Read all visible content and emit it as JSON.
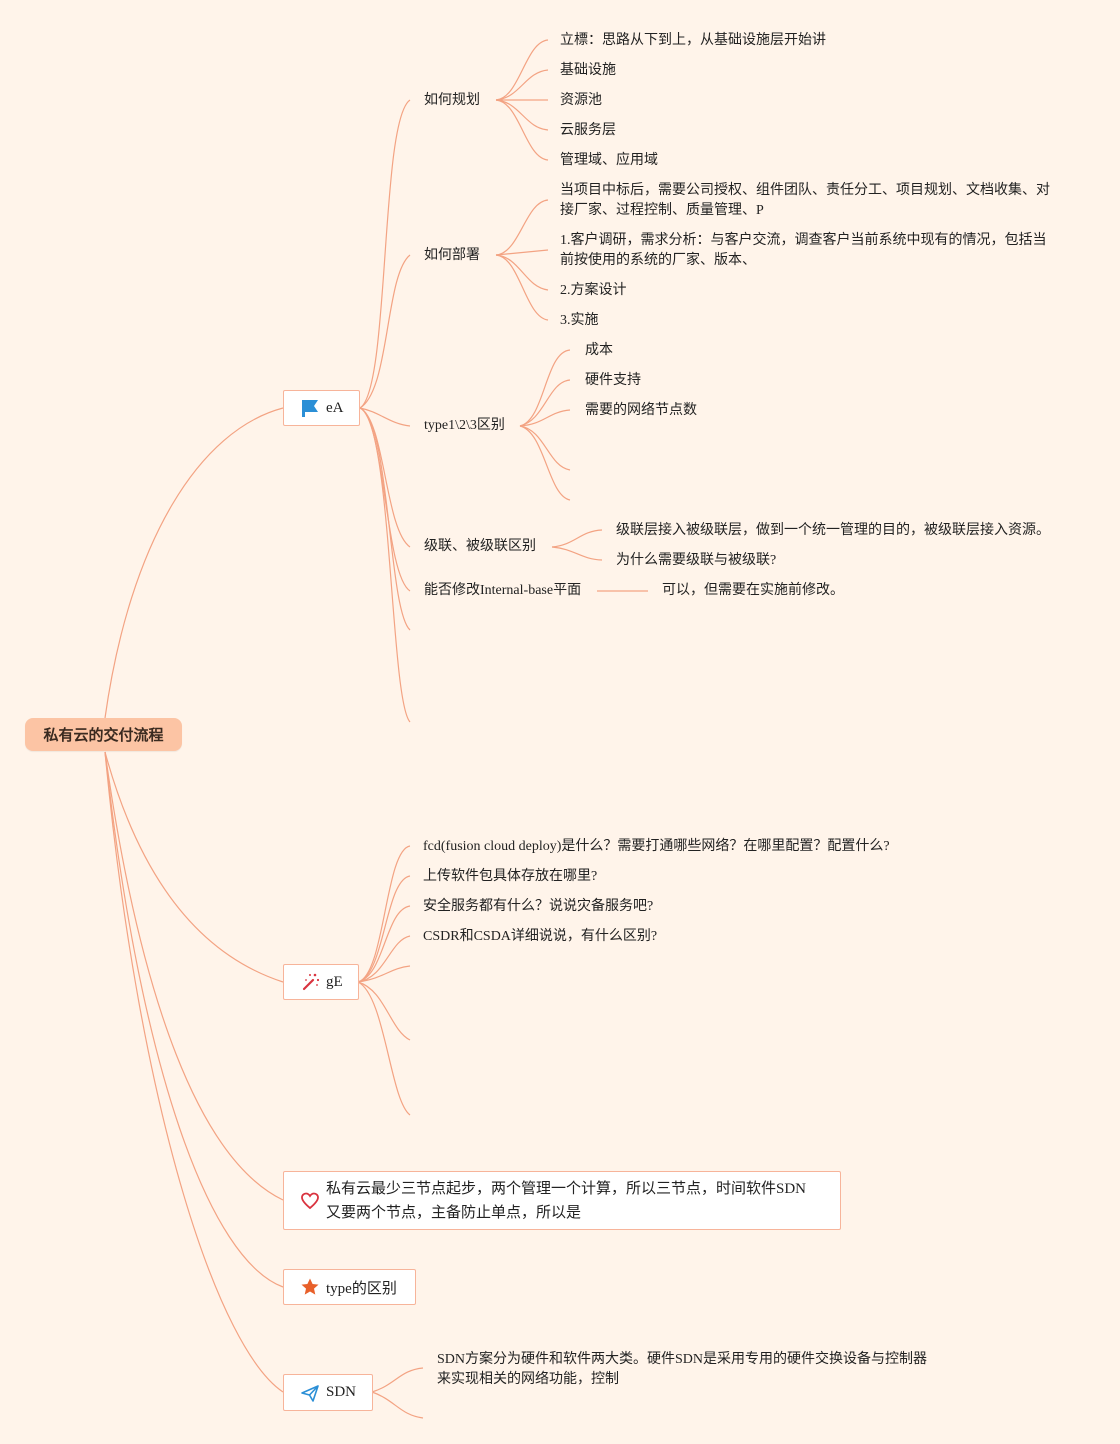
{
  "root": {
    "label": "私有云的交付流程"
  },
  "branches": {
    "ea": {
      "label": "eA",
      "icon": "flag-icon",
      "children": {
        "plan": {
          "label": "如何规划",
          "items": [
            "立標：思路从下到上，从基础设施层开始讲",
            "基础设施",
            "资源池",
            "云服务层",
            "管理域、应用域"
          ]
        },
        "deploy": {
          "label": "如何部署",
          "items": [
            "当项目中标后，需要公司授权、组件团队、责任分工、项目规划、文档收集、对接厂家、过程控制、质量管理、P",
            "1.客户调研，需求分析：与客户交流，调查客户当前系统中现有的情况，包括当前按使用的系统的厂家、版本、",
            "2.方案设计",
            "3.实施"
          ]
        },
        "types": {
          "label": "type1\\2\\3区别",
          "items": [
            "成本",
            "硬件支持",
            "需要的网络节点数"
          ]
        },
        "cascade": {
          "label": "级联、被级联区别",
          "items": [
            "级联层接入被级联层，做到一个统一管理的目的，被级联层接入资源。",
            "为什么需要级联与被级联?"
          ]
        },
        "internal": {
          "label": "能否修改Internal-base平面",
          "items": [
            "可以，但需要在实施前修改。"
          ]
        }
      }
    },
    "ge": {
      "label": "gE",
      "icon": "magic-wand-icon",
      "items": [
        "fcd(fusion cloud deploy)是什么？需要打通哪些网络？在哪里配置？配置什么?",
        "上传软件包具体存放在哪里?",
        "安全服务都有什么？说说灾备服务吧?",
        "CSDR和CSDA详细说说，有什么区别?"
      ]
    },
    "note": {
      "label": "私有云最少三节点起步，两个管理一个计算，所以三节点，时间软件SDN又要两个节点，主备防止单点，所以是",
      "icon": "heart-icon"
    },
    "type": {
      "label": "type的区别",
      "icon": "star-icon"
    },
    "sdn": {
      "label": "SDN",
      "icon": "paper-plane-icon",
      "items": [
        "SDN方案分为硬件和软件两大类。硬件SDN是采用专用的硬件交换设备与控制器来实现相关的网络功能，控制"
      ]
    }
  },
  "colors": {
    "background": "#fff4ea",
    "root": "#fcc4a4",
    "line": "#f3a383",
    "border": "#f7b49a",
    "flag": "#2b8fd6",
    "heart": "#d9333f",
    "star": "#e8602a"
  }
}
